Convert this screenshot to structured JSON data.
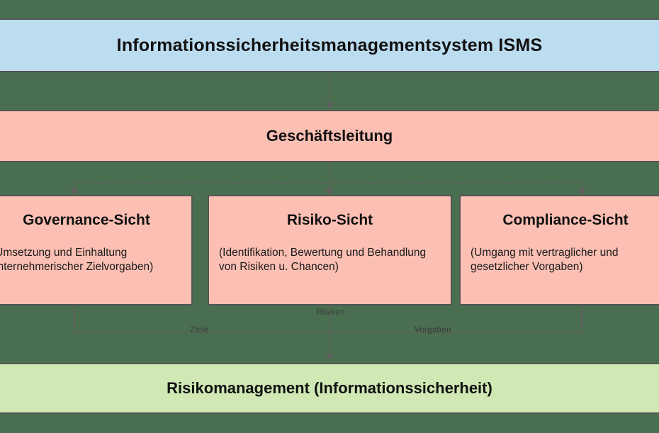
{
  "diagram": {
    "title": "Informationssicherheitsmanagementsystem ISMS",
    "background_color": "#4a6e50",
    "nodes": {
      "isms": {
        "label": "Informationssicherheitsmanagementsystem ISMS",
        "color": "#bcdcf0"
      },
      "management": {
        "label": "Geschäftsleitung",
        "color": "#fcbfb3"
      },
      "governance": {
        "title": "Governance-Sicht",
        "subtitle": "(Umsetzung und Einhaltung unternehmerischer Zielvorgaben)",
        "color": "#fcbfb3"
      },
      "risk": {
        "title": "Risiko-Sicht",
        "subtitle": "(Identifikation, Bewertung und Behandlung von Risiken u. Chancen)",
        "color": "#fcbfb3"
      },
      "compliance": {
        "title": "Compliance-Sicht",
        "subtitle": "(Umgang mit vertraglicher und gesetzlicher Vorgaben)",
        "color": "#fcbfb3"
      },
      "riskmanagement": {
        "label": "Risikomanagement (Informationssicherheit)",
        "color": "#cfe8b4"
      }
    },
    "edge_labels": {
      "risks": "Risiken",
      "goals": "Ziele",
      "requirements": "Vorgaben"
    },
    "line_color": "#5e5e5e",
    "border_color": "#555555"
  }
}
